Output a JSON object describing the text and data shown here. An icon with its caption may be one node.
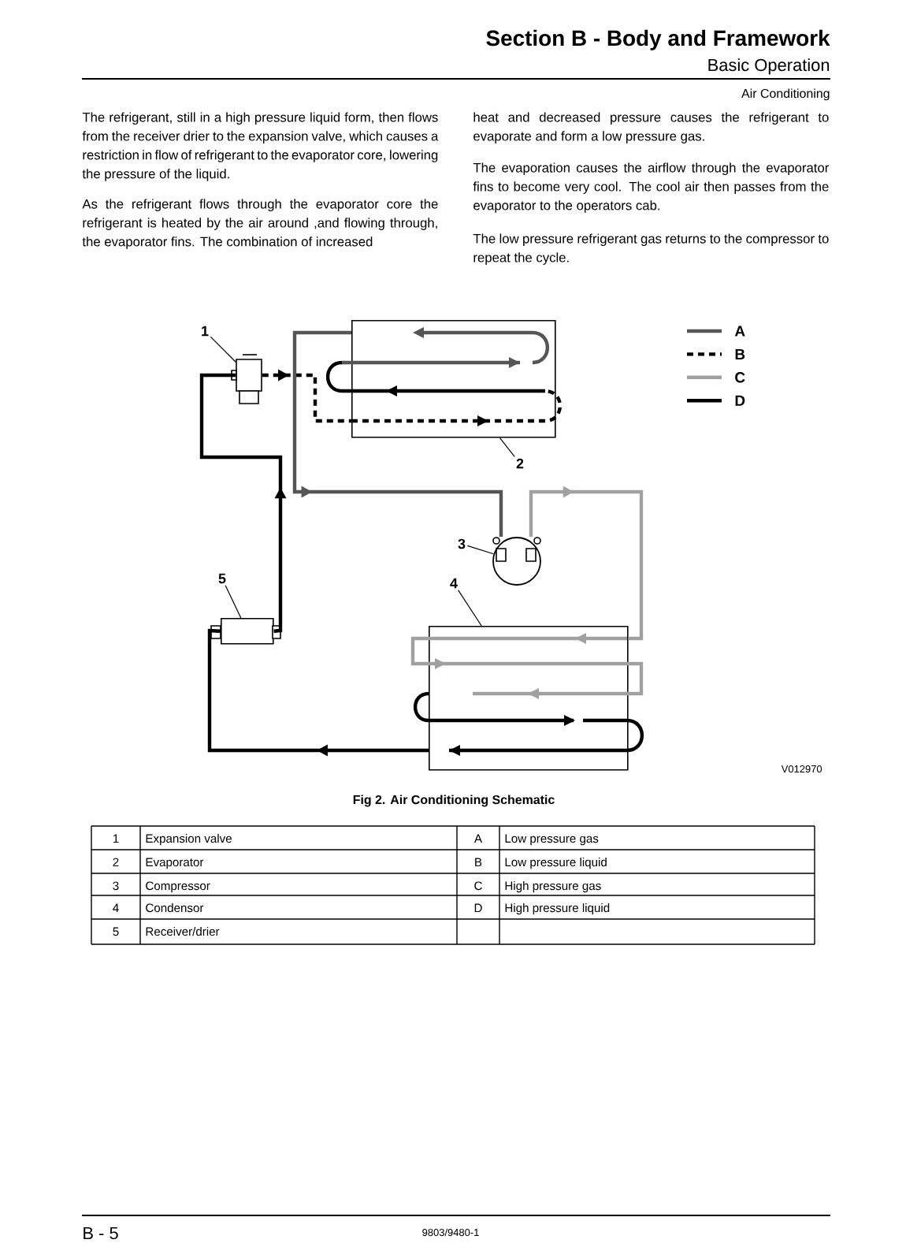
{
  "diagram": {
    "title": "Section B - Body and Framework",
    "caption": "Fig 2. Air Conditioning Schematic",
    "nodes": [
      {
        "text": [
          "1"
        ]
      },
      {
        "text": [],
        "shape": "box"
      },
      {
        "text": [],
        "shape": "box"
      },
      {
        "text": [
          "2"
        ]
      },
      {
        "text": [
          "3"
        ]
      },
      {
        "text": [],
        "shape": "picture"
      },
      {
        "text": [
          "4"
        ]
      },
      {
        "text": [
          "5"
        ]
      },
      {
        "text": [],
        "shape": "box"
      },
      {
        "text": [],
        "shape": "box"
      }
    ],
    "edges": [
      {
        "from": 0,
        "to": 1,
        "arrow": "none"
      },
      {
        "from": 3,
        "to": 2,
        "arrow": "none"
      },
      {
        "from": 4,
        "to": 5,
        "arrow": "none"
      },
      {
        "from": 6,
        "to": 9,
        "arrow": "none"
      },
      {
        "from": 7,
        "to": 8,
        "arrow": "none"
      },
      {
        "from": 8,
        "to": 1,
        "arrow": "to",
        "style": "thick"
      },
      {
        "from": 1,
        "to": 2,
        "arrow": "to",
        "style": "dashed"
      },
      {
        "from": 2,
        "to": 5,
        "arrow": "to",
        "style": "thick",
        "color": "#555555"
      },
      {
        "from": 5,
        "to": 9,
        "arrow": "to",
        "style": "thick",
        "color": "#a0a0a0"
      },
      {
        "from": 9,
        "to": 8,
        "arrow": "to",
        "style": "thick"
      }
    ],
    "labels": [
      "Basic Operation",
      "Air Conditioning",
      "The refrigerant, still in a high pressure liquid form, then flows from the receiver drier to the expansion valve, which causes a restriction in flow of refrigerant to the evaporator core, lowering the pressure of the liquid.",
      "As the refrigerant flows through the evaporator core the refrigerant is heated by the air around ,and flowing through, the evaporator fins. The combination of increased",
      "heat and decreased pressure causes the refrigerant to evaporate and form a low pressure gas.",
      "The evaporation causes the airflow through the evaporator fins to become very cool. The cool air then passes from the evaporator to the operators cab.",
      "The low pressure refrigerant gas returns to the compressor to repeat the cycle.",
      "V012970",
      "1",
      "Expansion valve",
      "A",
      "Low pressure gas",
      "2",
      "Evaporator",
      "B",
      "Low pressure liquid",
      "3",
      "Compressor",
      "C",
      "High pressure gas",
      "4",
      "Condensor",
      "D",
      "High pressure liquid",
      "5",
      "Receiver/drier",
      "B - 5",
      "9803/9480-1"
    ],
    "legend": [
      {
        "text": "A"
      },
      {
        "text": "B"
      },
      {
        "text": "C"
      },
      {
        "text": "D"
      }
    ]
  }
}
